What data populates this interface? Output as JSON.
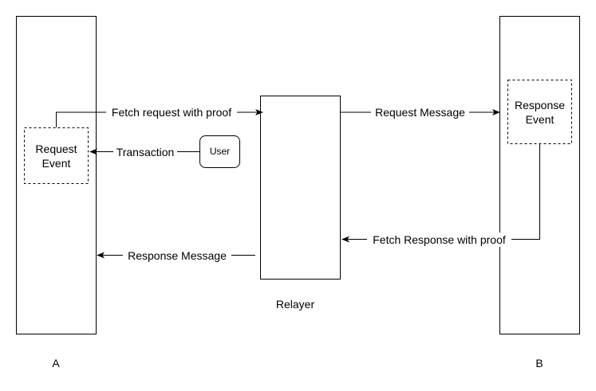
{
  "nodes": {
    "party_a": {
      "label": "A"
    },
    "party_b": {
      "label": "B"
    },
    "relayer": {
      "label": "Relayer"
    },
    "request_event": {
      "line1": "Request",
      "line2": "Event"
    },
    "response_event": {
      "line1": "Response",
      "line2": "Event"
    },
    "user": {
      "label": "User"
    }
  },
  "edges": {
    "fetch_request": {
      "label": "Fetch request with proof"
    },
    "request_message": {
      "label": "Request Message"
    },
    "transaction": {
      "label": "Transaction"
    },
    "fetch_response": {
      "label": "Fetch Response with proof"
    },
    "response_message": {
      "label": "Response Message"
    }
  },
  "colors": {
    "stroke": "#000000",
    "background": "#ffffff"
  }
}
